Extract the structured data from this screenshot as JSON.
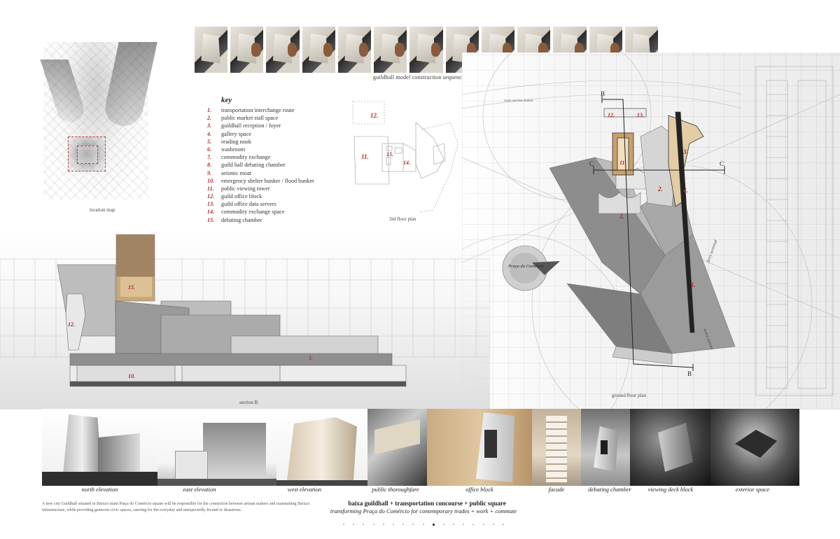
{
  "key": {
    "title": "key",
    "items": [
      {
        "num": "1.",
        "label": "transportation interchange route"
      },
      {
        "num": "2.",
        "label": "public market stall space"
      },
      {
        "num": "3.",
        "label": "guildhall reception / foyer"
      },
      {
        "num": "4.",
        "label": "gallery space"
      },
      {
        "num": "5.",
        "label": "reading nook"
      },
      {
        "num": "6.",
        "label": "washroom"
      },
      {
        "num": "7.",
        "label": "commodity exchange"
      },
      {
        "num": "8.",
        "label": "guild hall debating chamber"
      },
      {
        "num": "9.",
        "label": "seismic moat"
      },
      {
        "num": "10.",
        "label": "emergency shelter bunker / flood bunker"
      },
      {
        "num": "11.",
        "label": "public viewing tower"
      },
      {
        "num": "12.",
        "label": "guild office block"
      },
      {
        "num": "13.",
        "label": "guild office data servers"
      },
      {
        "num": "14.",
        "label": "commodity exchange space"
      },
      {
        "num": "15.",
        "label": "debating chamber"
      }
    ]
  },
  "captions": {
    "sequence": "guildhall model construction sequence",
    "location_map": "location map",
    "third_floor_plan": "3rd floor plan",
    "section": "section B",
    "ground_floor_plan": "ground floor plan"
  },
  "plan_labels": {
    "third_floor": [
      "12.",
      "11.",
      "15.",
      "14."
    ],
    "ground_floor": [
      "12.",
      "13.",
      "3.",
      "11.",
      "2.",
      "4.",
      "2.",
      "1."
    ],
    "section": [
      "15.",
      "12.",
      "1.",
      "10."
    ],
    "section_markers": [
      "B",
      "B",
      "C",
      "C"
    ],
    "annotations": {
      "praca": "Praça do Comércio",
      "ferry": "ferry terminal",
      "metro": "metro station",
      "rail": "rome and bus station"
    }
  },
  "photos": [
    {
      "label": "north elevation"
    },
    {
      "label": "east elevation"
    },
    {
      "label": "west elevation"
    },
    {
      "label": "public thoroughfare"
    },
    {
      "label": "office block"
    },
    {
      "label": "facade"
    },
    {
      "label": "debating chamber"
    },
    {
      "label": "viewing deck block"
    },
    {
      "label": "exterior space"
    }
  ],
  "footer": {
    "description": "A new city Guildhall situated in Baixa's main Praça do Comércio square will be responsible for the connection between artisan makers and maintaining Baixa's infrastructure, while providing generous civic spaces, catering for the everyday and unexpectedly fecund or disastrous.",
    "title": "baixa guildhall + transportation concourse + public square",
    "subtitle": "transforming Praça do Comércio for contemporary trades + work + commute"
  },
  "colors": {
    "accent_red": "#b02a2a",
    "wood": "#d9b98a"
  },
  "pager": {
    "count": 17,
    "active_index": 9
  }
}
